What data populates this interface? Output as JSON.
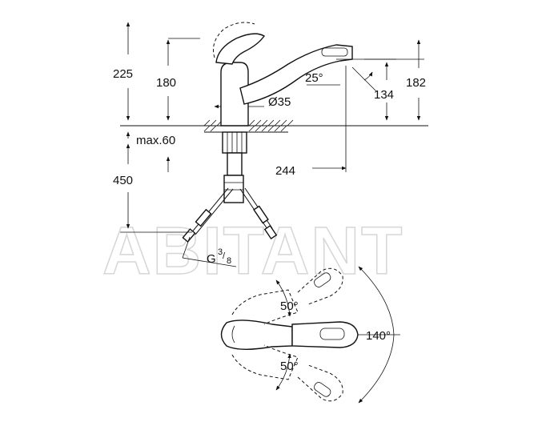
{
  "watermark": "ABITANT",
  "side_view": {
    "dim_total_height": "225",
    "dim_spout_height": "180",
    "dim_outlet_height": "182",
    "dim_spray_drop": "134",
    "dim_angle": "25°",
    "dim_diameter": "Ø35",
    "dim_mount_thickness": "max.60",
    "dim_reach": "244",
    "dim_hose_length": "450",
    "dim_thread_base": "G",
    "dim_thread_num": "3",
    "dim_thread_den": "8"
  },
  "top_view": {
    "angle_upper": "50°",
    "angle_lower": "50°",
    "angle_total": "140°"
  }
}
